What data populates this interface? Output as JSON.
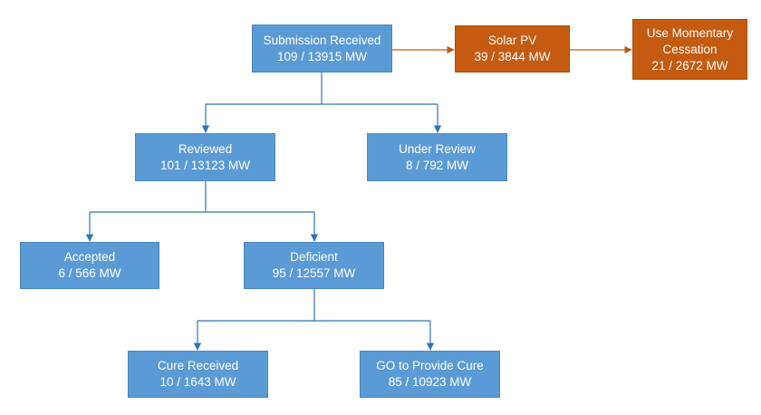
{
  "colors": {
    "box_blue": "#5b9bd5",
    "box_orange": "#c55a11",
    "connector_blue": "#2e75b6",
    "connector_orange": "#c55a11",
    "text": "#ffffff"
  },
  "nodes": {
    "submission_received": {
      "label": "Submission Received",
      "value": "109 / 13915 MW"
    },
    "solar_pv": {
      "label": "Solar PV",
      "value": "39 / 3844 MW"
    },
    "use_momentary_cessation": {
      "label": "Use Momentary",
      "label2": "Cessation",
      "value": "21 / 2672 MW"
    },
    "reviewed": {
      "label": "Reviewed",
      "value": "101 / 13123 MW"
    },
    "under_review": {
      "label": "Under Review",
      "value": "8 / 792 MW"
    },
    "accepted": {
      "label": "Accepted",
      "value": "6 / 566 MW"
    },
    "deficient": {
      "label": "Deficient",
      "value": "95 / 12557 MW"
    },
    "cure_received": {
      "label": "Cure Received",
      "value": "10 / 1643 MW"
    },
    "go_to_provide_cure": {
      "label": "GO to Provide Cure",
      "value": "85 / 10923 MW"
    }
  }
}
